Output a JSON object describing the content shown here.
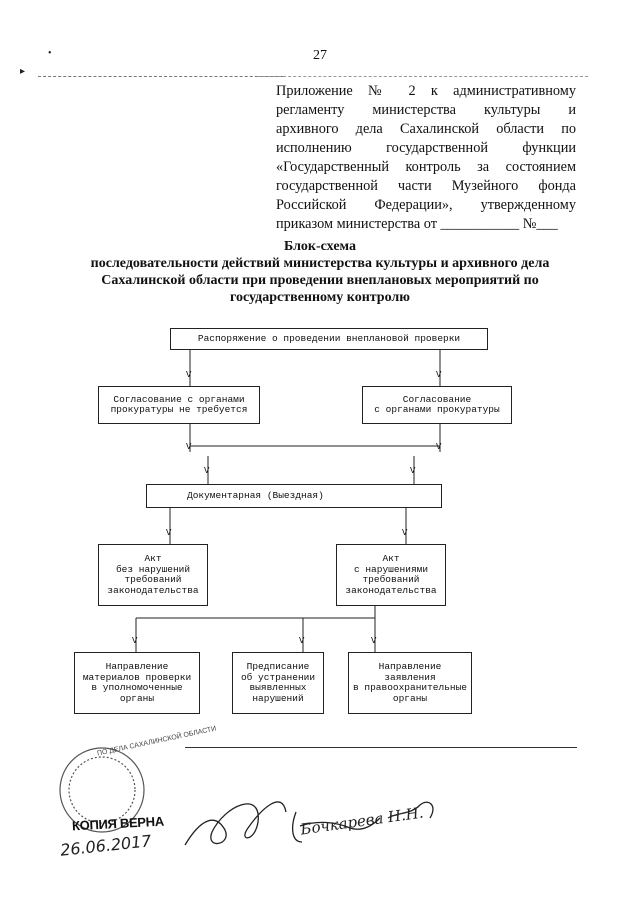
{
  "page_number": "27",
  "appendix": {
    "lines": [
      "Приложение № 2 к административному",
      "регламенту министерства культуры и",
      "архивного дела Сахалинской области по",
      "исполнению государственной функции",
      "«Государственный контроль за состоянием",
      "государственной части Музейного фонда",
      "Российской Федерации», утвержденному",
      "приказом министерства от ___________ №___"
    ]
  },
  "title": {
    "line1": "Блок-схема",
    "line2": "последовательности действий министерства культуры и архивного дела",
    "line3": "Сахалинской области при проведении внеплановых мероприятий по",
    "line4": "государственному контролю"
  },
  "flow": {
    "arrow": "V",
    "order": "Распоряжение о проведении внеплановой проверки",
    "no_approval": [
      "Согласование с органами",
      "прокуратуры не требуется"
    ],
    "approval": [
      "Согласование",
      "с органами прокуратуры"
    ],
    "type": "Документарная (Выездная)",
    "act_clean": [
      "Акт",
      "без нарушений",
      "требований",
      "законодательства"
    ],
    "act_violations": [
      "Акт",
      "с нарушениями",
      "требований",
      "законодательства"
    ],
    "send_materials": [
      "Направление",
      "материалов проверки",
      "в уполномоченные",
      "органы"
    ],
    "order_fix": [
      "Предписание",
      "об устранении",
      "выявленных",
      "нарушений"
    ],
    "send_statement": [
      "Направление",
      "заявления",
      "в правоохранительные",
      "органы"
    ]
  },
  "stamp": {
    "ring_text": "ПО ДЕЛА САХАЛИНСКОЙ ОБЛАСТИ",
    "copy_label": "КОПИЯ ВЕРНА",
    "date": "26.06.2017"
  },
  "signature_name": "Бочкарева Н.Н."
}
